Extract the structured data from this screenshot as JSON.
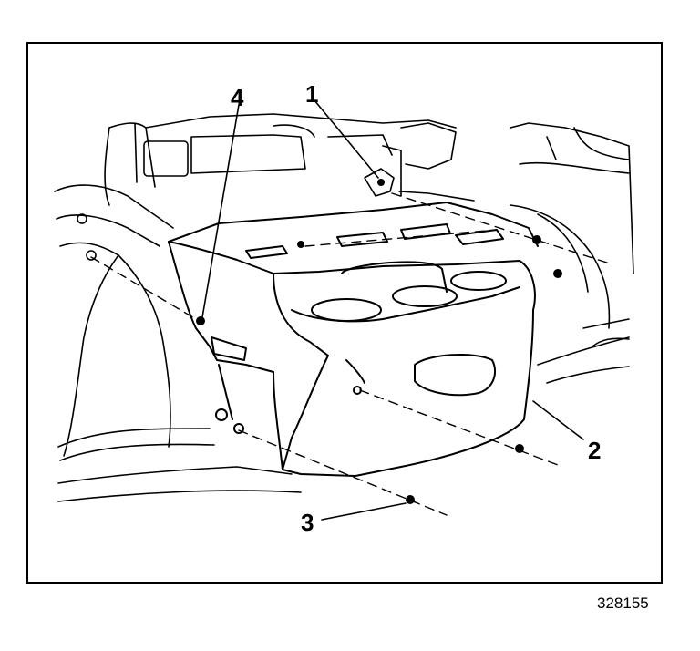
{
  "figure": {
    "id": "328155",
    "callouts": [
      {
        "label": "1",
        "name": "upper-bracket-fastener"
      },
      {
        "label": "2",
        "name": "console-assembly"
      },
      {
        "label": "3",
        "name": "lower-front-fastener"
      },
      {
        "label": "4",
        "name": "left-side-fastener"
      }
    ]
  },
  "colors": {
    "ink": "#000000",
    "paper": "#ffffff"
  }
}
